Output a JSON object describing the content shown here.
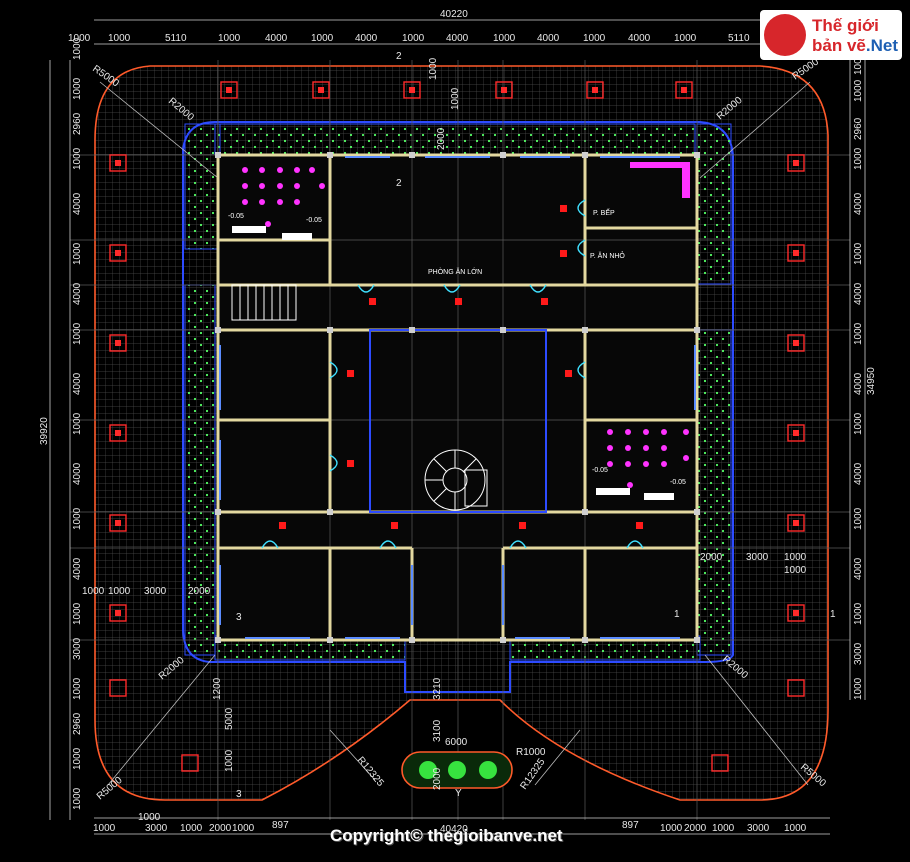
{
  "dims": {
    "top_total": "40220",
    "top_row": [
      "1000",
      "1000",
      "5110",
      "1000",
      "4000",
      "1000",
      "4000",
      "1000",
      "4000",
      "1000",
      "4000",
      "1000",
      "4000",
      "1000",
      "5110"
    ],
    "left_total": "39920",
    "left_col": [
      "1000",
      "1000",
      "2960",
      "1000",
      "4000",
      "1000",
      "4000",
      "1000",
      "4000",
      "1000",
      "4000",
      "1000",
      "4000",
      "1000",
      "3000",
      "1000",
      "2960",
      "1000",
      "1000"
    ],
    "right_total": "34950",
    "right_col": [
      "1000",
      "1000",
      "2960",
      "1000",
      "4000",
      "1000",
      "4000",
      "1000",
      "4000",
      "1000",
      "4000",
      "1000",
      "4000",
      "1000",
      "3000",
      "1000"
    ],
    "bottom_total": "40420",
    "bottom_row": [
      "1000",
      "1000",
      "3000",
      "1000",
      "2000",
      "1000",
      "897",
      "897",
      "1000",
      "2000",
      "1000",
      "3000",
      "1000"
    ],
    "radii": {
      "outer": "R5000",
      "inner": "R2000",
      "entry": "R12325",
      "planter": "R1000"
    },
    "entry_w": "6000",
    "entry_stack": [
      "3210",
      "3100",
      "2000"
    ],
    "left_misc": [
      "1000",
      "1000",
      "3000",
      "2000",
      "1200",
      "5000",
      "1000"
    ],
    "right_misc": [
      "2000",
      "3000",
      "1000",
      "1000"
    ],
    "center_v": [
      "1000",
      "2000",
      "1000"
    ]
  },
  "rooms": {
    "banquet": "PHÒNG ĂN LỚN",
    "kitchen": "P. BẾP",
    "small_dining": "P. ĂN NHỎ",
    "level": "-0.05"
  },
  "section_marks": {
    "s1": "1",
    "s2": "2",
    "s3": "3",
    "axis": "Y"
  },
  "brand": {
    "line1": "Thế giới",
    "line2": "bản vẽ",
    "suffix": ".Net"
  },
  "copyright": "Copyright© thegioibanve.net",
  "colors": {
    "wall": "#e3d8a0",
    "outline": "#ff5a2a",
    "boundary": "#2d4bff",
    "green": "#5cff6a",
    "marker": "#ff1a1a",
    "door": "#3fe0ff",
    "sanitary": "#ff33ff",
    "grid": "#5a5a5a"
  }
}
